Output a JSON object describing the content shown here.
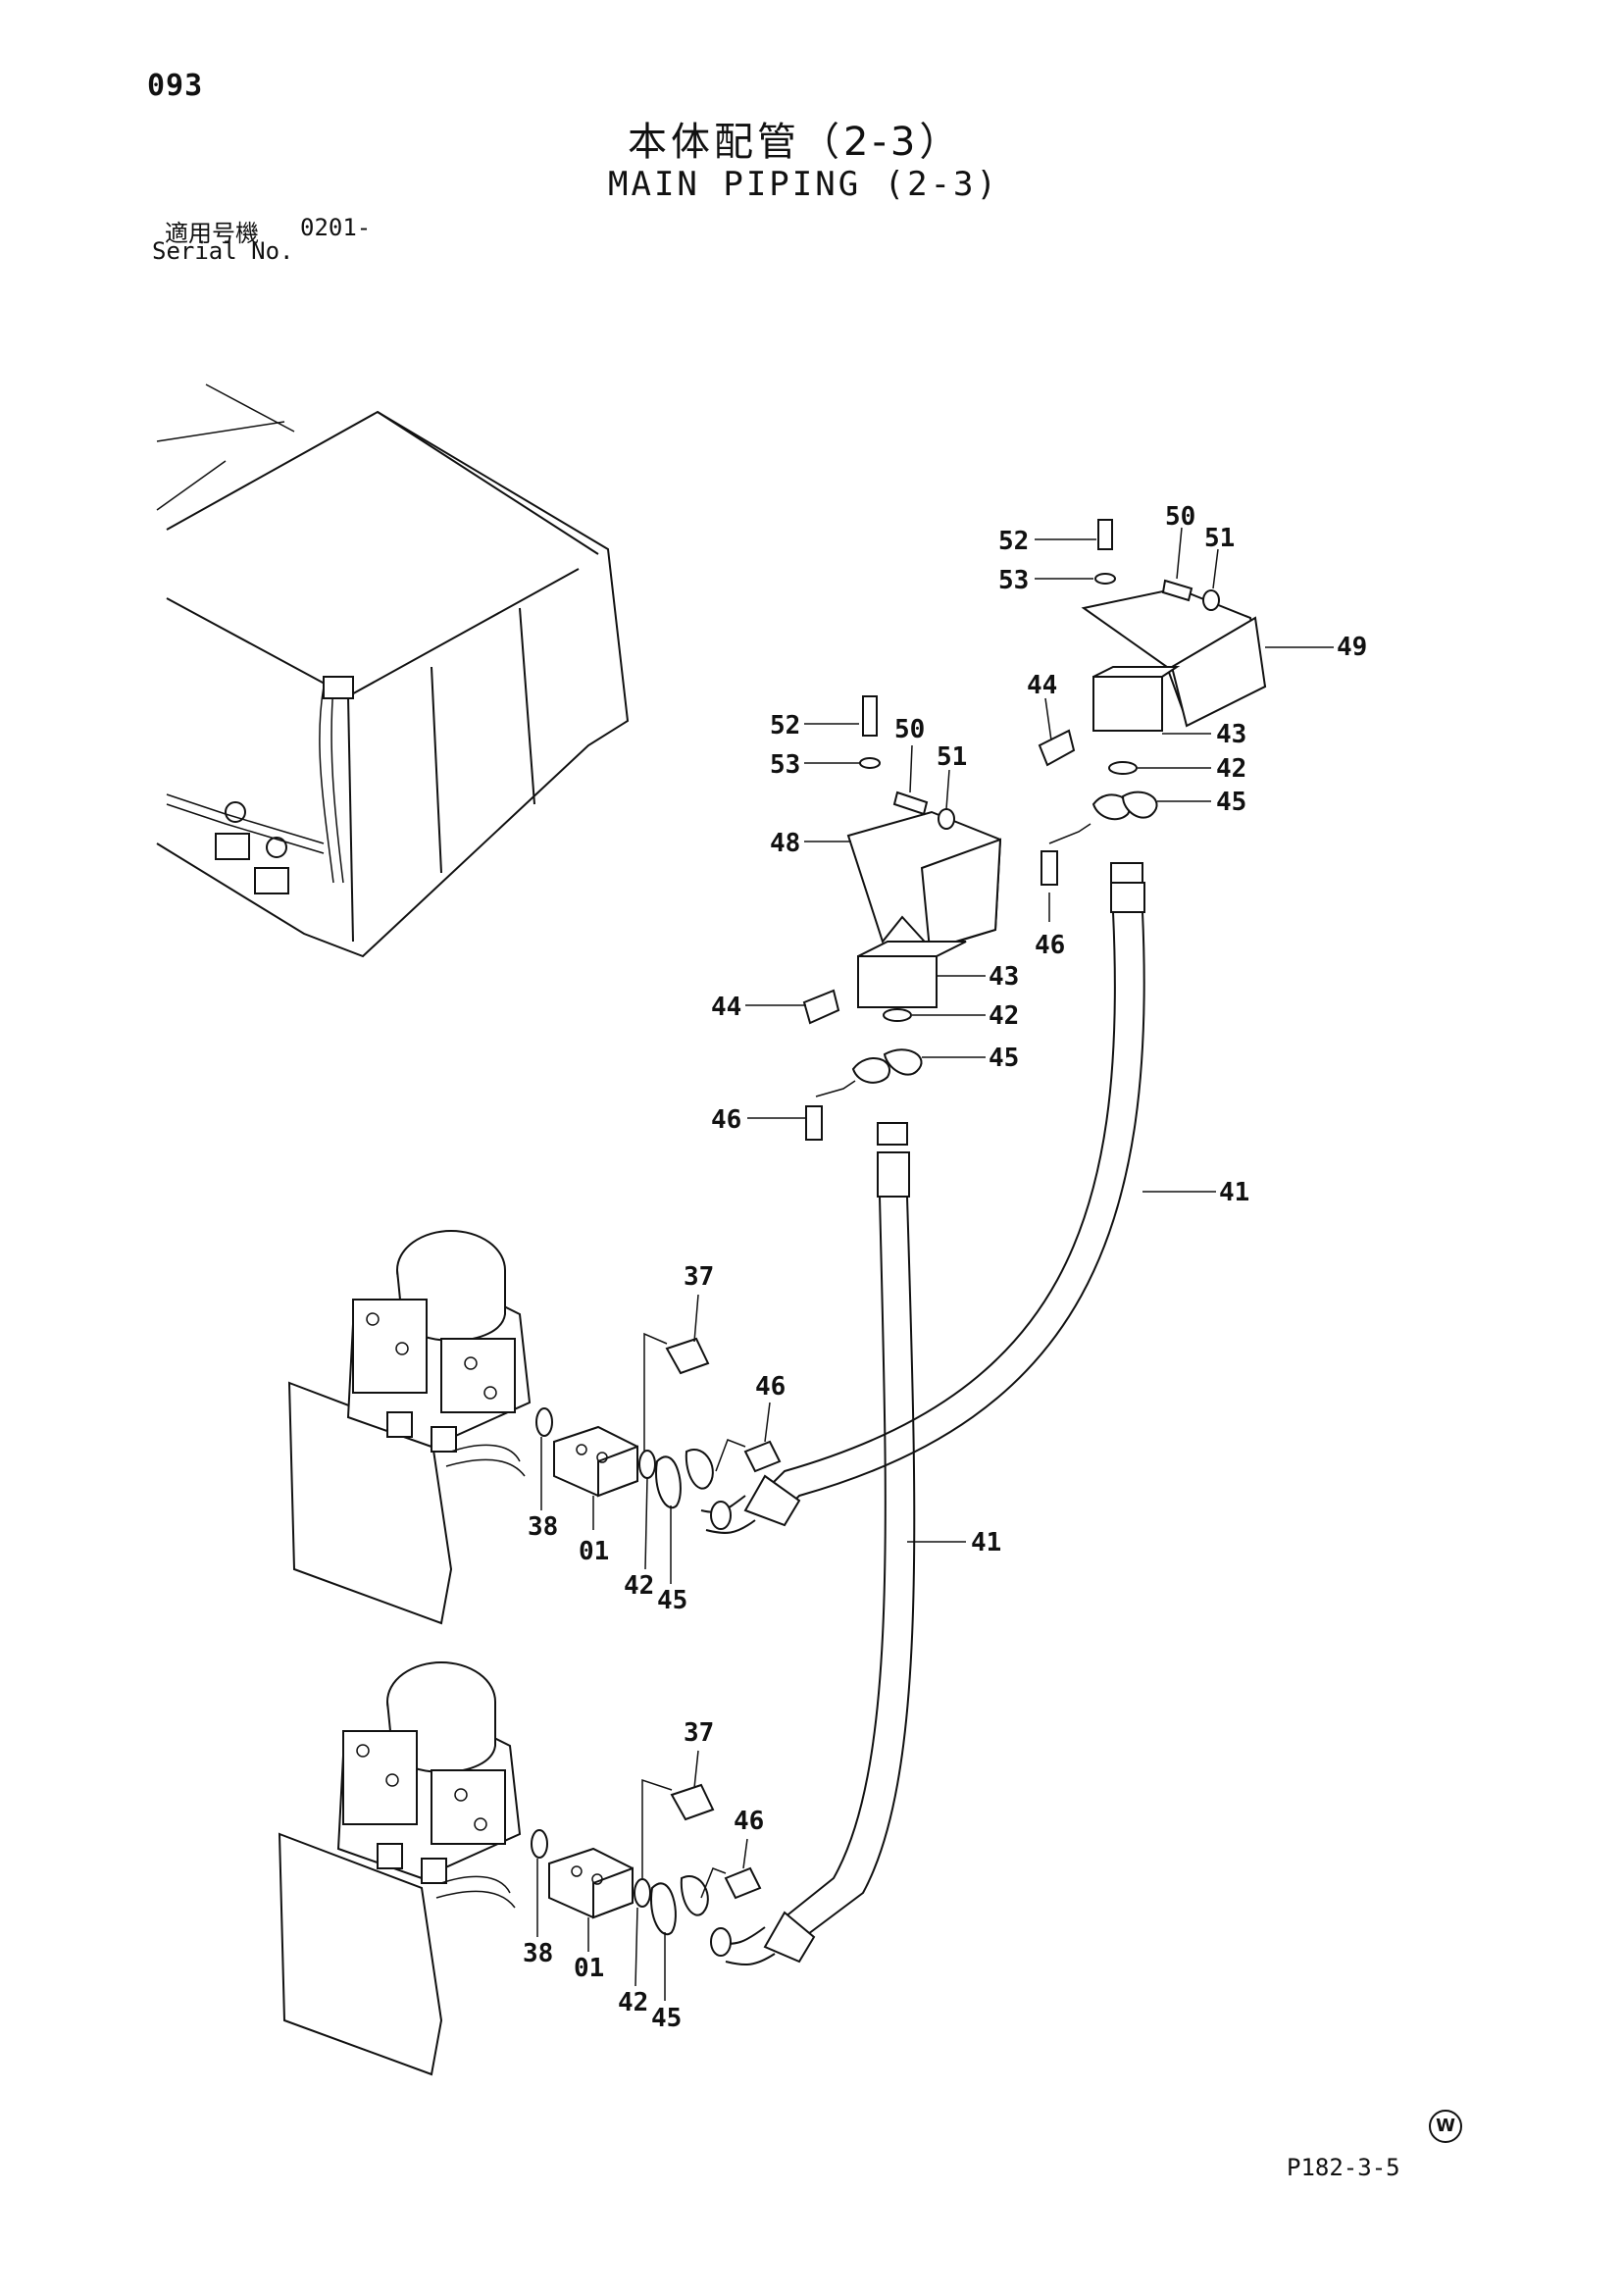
{
  "header": {
    "page_number": "093",
    "title_jp": "本体配管（2-3）",
    "title_en": "MAIN PIPING (2-3)",
    "serial_label_jp": "適用号機",
    "serial_value": "0201-",
    "serial_label_en": "Serial No."
  },
  "footer": {
    "reference_code": "P182-3-5",
    "mark": "W"
  },
  "callouts": {
    "c52a": "52",
    "c53a": "53",
    "c50a": "50",
    "c51a": "51",
    "c49": "49",
    "c44a": "44",
    "c43a": "43",
    "c42a": "42",
    "c45a": "45",
    "c46a": "46",
    "c52b": "52",
    "c53b": "53",
    "c50b": "50",
    "c51b": "51",
    "c48": "48",
    "c43b": "43",
    "c44b": "44",
    "c42b": "42",
    "c45b": "45",
    "c46b": "46",
    "c41a": "41",
    "c41b": "41",
    "c37a": "37",
    "c46c": "46",
    "c38a": "38",
    "c01a": "01",
    "c42c": "42",
    "c45c": "45",
    "c37b": "37",
    "c46d": "46",
    "c38b": "38",
    "c01b": "01",
    "c42d": "42",
    "c45d": "45"
  }
}
